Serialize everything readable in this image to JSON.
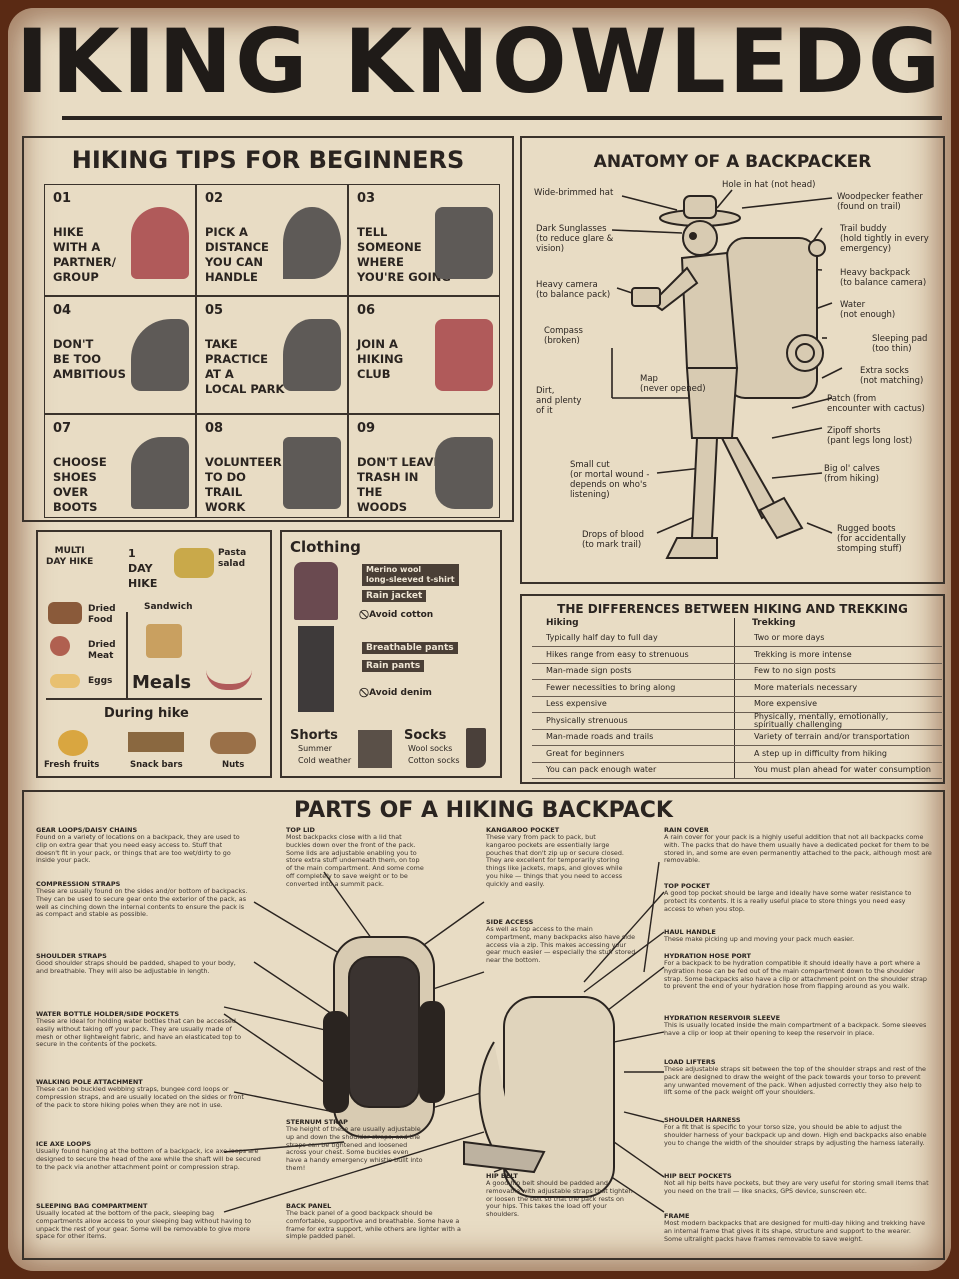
{
  "title": "IKING KNOWLEDG",
  "tips": {
    "heading": "HIKING TIPS FOR BEGINNERS",
    "items": [
      {
        "num": "01",
        "text": "HIKE\nWITH A\nPARTNER/\nGROUP",
        "icon": "partners-icon"
      },
      {
        "num": "02",
        "text": "PICK A\nDISTANCE\nYOU CAN\nHANDLE",
        "icon": "route-pin-icon"
      },
      {
        "num": "03",
        "text": "TELL\nSOMEONE\nWHERE\nYOU'RE GOING",
        "icon": "megaphone-icon"
      },
      {
        "num": "04",
        "text": "DON'T\nBE TOO\nAMBITIOUS",
        "icon": "flexed-arm-icon"
      },
      {
        "num": "05",
        "text": "TAKE\nPRACTICE\nAT A\nLOCAL PARK",
        "icon": "stretching-person-icon"
      },
      {
        "num": "06",
        "text": "JOIN A\nHIKING\nCLUB",
        "icon": "id-card-icon"
      },
      {
        "num": "07",
        "text": "CHOOSE\nSHOES\nOVER\nBOOTS",
        "icon": "shoe-icon"
      },
      {
        "num": "08",
        "text": "VOLUNTEER\nTO DO\nTRAIL\nWORK",
        "icon": "tree-stump-icon"
      },
      {
        "num": "09",
        "text": "DON'T LEAVE\nTRASH IN\nTHE\nWOODS",
        "icon": "fish-bone-icon"
      }
    ]
  },
  "meals": {
    "multi_day": "MULTI\nDAY HIKE",
    "one_day": "1\nDAY\nHIKE",
    "pasta": "Pasta\nsalad",
    "dried_food": "Dried\nFood",
    "sandwich": "Sandwich",
    "dried_meat": "Dried\nMeat",
    "eggs": "Eggs",
    "meals_label": "Meals",
    "during_hike": "During hike",
    "fresh_fruits": "Fresh fruits",
    "snack_bars": "Snack bars",
    "nuts": "Nuts"
  },
  "clothing": {
    "heading": "Clothing",
    "merino": "Merino wool\nlong-sleeved t-shirt",
    "rain_jacket": "Rain jacket",
    "avoid_cotton": "Avoid cotton",
    "breathable": "Breathable pants",
    "rain_pants": "Rain pants",
    "avoid_denim": "Avoid denim",
    "shorts": "Shorts",
    "summer": "Summer",
    "cold_weather": "Cold weather",
    "socks": "Socks",
    "wool_socks": "Wool socks",
    "cotton_socks": "Cotton socks"
  },
  "anatomy": {
    "heading": "ANATOMY OF A BACKPACKER",
    "labels": {
      "wide_hat": "Wide-brimmed hat",
      "hole_hat": "Hole in hat (not head)",
      "woodpecker": "Woodpecker feather\n(found on trail)",
      "sunglasses": "Dark Sunglasses\n(to reduce glare &\nvision)",
      "trail_buddy": "Trail buddy\n(hold tightly in every\nemergency)",
      "heavy_camera": "Heavy camera\n(to balance pack)",
      "heavy_backpack": "Heavy backpack\n(to balance camera)",
      "water": "Water\n(not enough)",
      "compass": "Compass\n(broken)",
      "sleeping_pad": "Sleeping pad\n(too thin)",
      "map": "Map\n(never opened)",
      "extra_socks": "Extra socks\n(not matching)",
      "dirt": "Dirt,\nand plenty\nof it",
      "patch": "Patch (from\nencounter with cactus)",
      "zipoff": "Zipoff shorts\n(pant legs long lost)",
      "small_cut": "Small cut\n(or mortal wound -\ndepends on who's\nlistening)",
      "calves": "Big ol' calves\n(from hiking)",
      "blood": "Drops of blood\n(to mark trail)",
      "boots": "Rugged boots\n(for accidentally\nstomping stuff)"
    }
  },
  "differences": {
    "heading": "THE DIFFERENCES BETWEEN HIKING AND TREKKING",
    "col_hiking": "Hiking",
    "col_trekking": "Trekking",
    "rows": [
      [
        "Typically half day to full day",
        "Two or more days"
      ],
      [
        "Hikes range from easy to strenuous",
        "Trekking is more intense"
      ],
      [
        "Man-made sign posts",
        "Few to no sign posts"
      ],
      [
        "Fewer necessities to bring along",
        "More materials necessary"
      ],
      [
        "Less expensive",
        "More expensive"
      ],
      [
        "Physically strenuous",
        "Physically, mentally, emotionally,\nspiritually challenging"
      ],
      [
        "Man-made roads and trails",
        "Variety of terrain and/or transportation"
      ],
      [
        "Great for beginners",
        "A step up in difficulty from hiking"
      ],
      [
        "You can pack enough water",
        "You must plan ahead for water consumption"
      ]
    ]
  },
  "backpack": {
    "heading": "PARTS OF A HIKING BACKPACK",
    "parts": [
      {
        "title": "GEAR LOOPS/DAISY CHAINS",
        "text": "Found on a variety of locations on a backpack, they are used to clip on extra gear that you need easy access to. Stuff that doesn't fit in your pack, or things that are too wet/dirty to go inside your pack."
      },
      {
        "title": "COMPRESSION STRAPS",
        "text": "These are usually found on the sides and/or bottom of backpacks. They can be used to secure gear onto the exterior of the pack, as well as cinching down the internal contents to ensure the pack is as compact and stable as possible."
      },
      {
        "title": "SHOULDER STRAPS",
        "text": "Good shoulder straps should be padded, shaped to your body, and breathable. They will also be adjustable in length."
      },
      {
        "title": "WATER BOTTLE HOLDER/SIDE POCKETS",
        "text": "These are ideal for holding water bottles that can be accessed easily without taking off your pack. They are usually made of mesh or other lightweight fabric, and have an elasticated top to secure in the contents of the pockets."
      },
      {
        "title": "WALKING POLE ATTACHMENT",
        "text": "These can be buckled webbing straps, bungee cord loops or compression straps, and are usually located on the sides or front of the pack to store hiking poles when they are not in use."
      },
      {
        "title": "ICE AXE LOOPS",
        "text": "Usually found hanging at the bottom of a backpack, ice axe loops are designed to secure the head of the axe while the shaft will be secured to the pack via another attachment point or compression strap."
      },
      {
        "title": "SLEEPING BAG COMPARTMENT",
        "text": "Usually located at the bottom of the pack, sleeping bag compartments allow access to your sleeping bag without having to unpack the rest of your gear. Some will be removable to give more space for other items."
      },
      {
        "title": "TOP LID",
        "text": "Most backpacks close with a lid that buckles down over the front of the pack. Some lids are adjustable enabling you to store extra stuff underneath them, on top of the main compartment. And some come off completely to save weight or to be converted into a summit pack."
      },
      {
        "title": "KANGAROO POCKET",
        "text": "These vary from pack to pack, but kangaroo pockets are essentially large pouches that don't zip up or secure closed. They are excellent for temporarily storing things like jackets, maps, and gloves while you hike — things that you need to access quickly and easily."
      },
      {
        "title": "SIDE ACCESS",
        "text": "As well as top access to the main compartment, many backpacks also have side access via a zip. This makes accessing your gear much easier — especially the stuff stored near the bottom."
      },
      {
        "title": "STERNUM STRAP",
        "text": "The height of these are usually adjustable up and down the shoulder straps, and the straps can be tightened and loosened across your chest. Some buckles even have a handy emergency whistle built into them!"
      },
      {
        "title": "BACK PANEL",
        "text": "The back panel of a good backpack should be comfortable, supportive and breathable. Some have a frame for extra support, while others are lighter with a simple padded panel."
      },
      {
        "title": "HIP BELT",
        "text": "A good hip belt should be padded and removable with adjustable straps that tighten or loosen the belt so that the pack rests on your hips. This takes the load off your shoulders."
      },
      {
        "title": "RAIN COVER",
        "text": "A rain cover for your pack is a highly useful addition that not all backpacks come with. The packs that do have them usually have a dedicated pocket for them to be stored in, and some are even permanently attached to the pack, although most are removable."
      },
      {
        "title": "TOP POCKET",
        "text": "A good top pocket should be large and ideally have some water resistance to protect its contents. It is a really useful place to store things you need easy access to when you stop."
      },
      {
        "title": "HAUL HANDLE",
        "text": "These make picking up and moving your pack much easier."
      },
      {
        "title": "HYDRATION HOSE PORT",
        "text": "For a backpack to be hydration compatible it should ideally have a port where a hydration hose can be fed out of the main compartment down to the shoulder strap. Some backpacks also have a clip or attachment point on the shoulder strap to prevent the end of your hydration hose from flapping around as you walk."
      },
      {
        "title": "HYDRATION RESERVOIR SLEEVE",
        "text": "This is usually located inside the main compartment of a backpack. Some sleeves have a clip or loop at their opening to keep the reservoir in place."
      },
      {
        "title": "LOAD LIFTERS",
        "text": "These adjustable straps sit between the top of the shoulder straps and rest of the pack are designed to draw the weight of the pack towards your torso to prevent any unwanted movement of the pack. When adjusted correctly they also help to lift some of the pack weight off your shoulders."
      },
      {
        "title": "SHOULDER HARNESS",
        "text": "For a fit that is specific to your torso size, you should be able to adjust the shoulder harness of your backpack up and down. High end backpacks also enable you to change the width of the shoulder straps by adjusting the harness laterally."
      },
      {
        "title": "HIP BELT POCKETS",
        "text": "Not all hip belts have pockets, but they are very useful for storing small items that you need on the trail — like snacks, GPS device, sunscreen etc."
      },
      {
        "title": "FRAME",
        "text": "Most modern backpacks that are designed for multi-day hiking and trekking have an internal frame that gives it its shape, structure and support to the wearer. Some ultralight packs have frames removable to save weight."
      }
    ]
  },
  "colors": {
    "paper": "#e8dcc4",
    "ink": "#2a2420",
    "rust": "#5a2a14",
    "accent_red": "#b05a5a",
    "icon_grey": "#5e5a57"
  }
}
